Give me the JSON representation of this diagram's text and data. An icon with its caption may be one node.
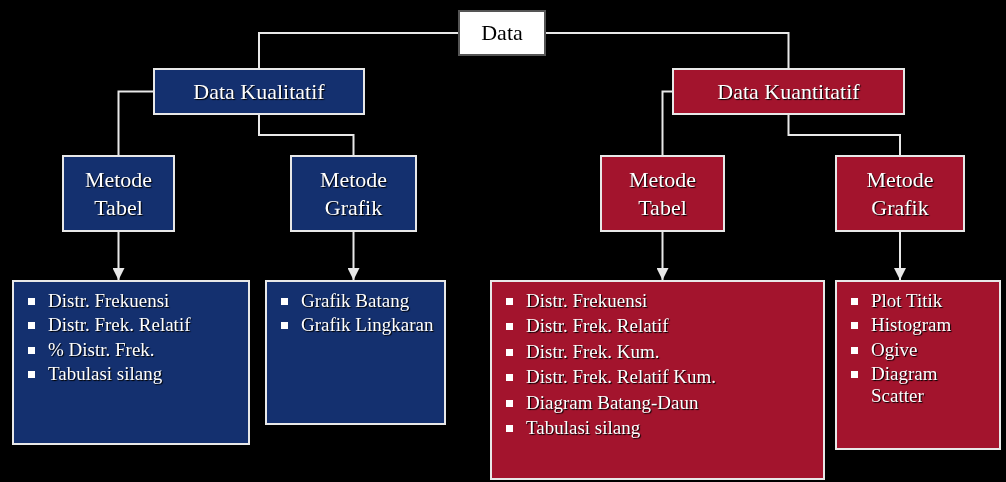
{
  "diagram": {
    "nodes": [
      {
        "text": [
          "Data"
        ]
      },
      {
        "text": [
          "Data Kualitatif"
        ]
      },
      {
        "text": [
          "Data Kuantitatif"
        ]
      },
      {
        "text": [
          "Metode Tabel"
        ]
      },
      {
        "text": [
          "Metode Grafik"
        ]
      },
      {
        "text": [
          "Metode Tabel"
        ]
      },
      {
        "text": [
          "Metode Grafik"
        ]
      },
      {
        "text": [
          "Distr. Frekuensi",
          "Distr. Frek. Relatif",
          "% Distr. Frek.",
          "Tabulasi silang"
        ]
      },
      {
        "text": [
          "Grafik Batang",
          "Grafik Lingkaran"
        ]
      },
      {
        "text": [
          "Distr. Frekuensi",
          "Distr. Frek. Relatif",
          "Distr. Frek. Kum.",
          "Distr. Frek. Relatif Kum.",
          "Diagram Batang-Daun",
          "Tabulasi silang"
        ]
      },
      {
        "text": [
          "Plot Titik",
          "Histogram",
          "Ogive",
          "Diagram Scatter"
        ]
      }
    ],
    "edges": [
      {
        "from": 0,
        "to": 1,
        "arrow": "none"
      },
      {
        "from": 0,
        "to": 2,
        "arrow": "none"
      },
      {
        "from": 1,
        "to": 3,
        "arrow": "none"
      },
      {
        "from": 1,
        "to": 4,
        "arrow": "none"
      },
      {
        "from": 2,
        "to": 5,
        "arrow": "none"
      },
      {
        "from": 2,
        "to": 6,
        "arrow": "none"
      },
      {
        "from": 3,
        "to": 7,
        "arrow": "to"
      },
      {
        "from": 4,
        "to": 8,
        "arrow": "to"
      },
      {
        "from": 5,
        "to": 9,
        "arrow": "to"
      },
      {
        "from": 6,
        "to": 10,
        "arrow": "to"
      }
    ]
  }
}
